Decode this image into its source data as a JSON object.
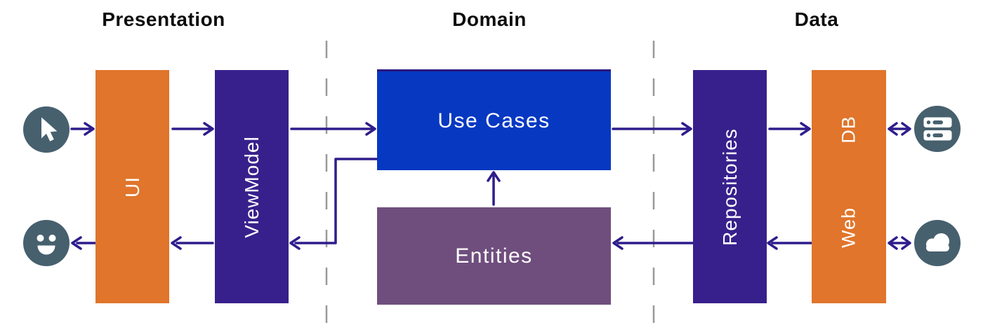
{
  "colors": {
    "bg": "#ffffff",
    "orange": "#e0752b",
    "indigo": "#38208c",
    "blue": "#0638c2",
    "blue-border": "#2a1680",
    "plum": "#6f4e7e",
    "slate": "#47606e",
    "arrow": "#2e1d8c",
    "dash": "#999999",
    "title": "#0d0d0d",
    "label": "#ffffff"
  },
  "layers": {
    "presentation": {
      "title": "Presentation"
    },
    "domain": {
      "title": "Domain"
    },
    "data": {
      "title": "Data"
    }
  },
  "nodes": {
    "ui": {
      "label": "UI"
    },
    "viewmodel": {
      "label": "ViewModel"
    },
    "use_cases": {
      "label": "Use Cases"
    },
    "entities": {
      "label": "Entities"
    },
    "repositories": {
      "label": "Repositories"
    },
    "db": {
      "label": "DB"
    },
    "web": {
      "label": "Web"
    }
  },
  "icons": {
    "pointer": "mouse-pointer-icon",
    "smile": "smile-face-icon",
    "server": "database-server-icon",
    "cloud": "cloud-icon"
  },
  "connections": [
    "user-input -> UI",
    "UI -> ViewModel",
    "ViewModel -> Use Cases",
    "Use Cases -> Repositories",
    "Repositories -> DB",
    "DB <-> server",
    "UI -> user-output",
    "ViewModel -> UI",
    "Use Cases -> ViewModel",
    "Repositories -> Entities",
    "Web -> Repositories",
    "Web <-> cloud",
    "Entities -> Use Cases"
  ]
}
